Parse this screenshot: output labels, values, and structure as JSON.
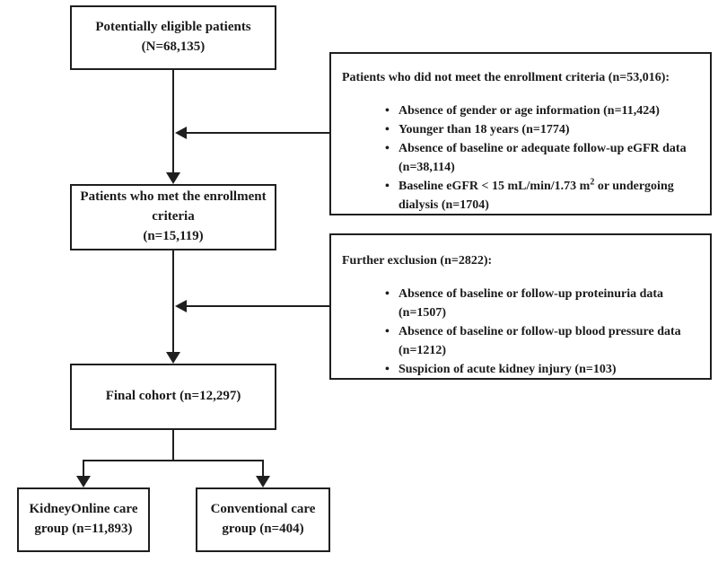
{
  "boxes": {
    "eligible": "Potentially eligible patients\n(N=68,135)",
    "met_criteria": "Patients who met the enrollment\ncriteria\n(n=15,119)",
    "final_cohort": "Final cohort (n=12,297)",
    "kidneyonline": "KidneyOnline care\ngroup (n=11,893)",
    "conventional": "Conventional care\ngroup (n=404)"
  },
  "exclusion1": {
    "title": "Patients who did not meet the enrollment criteria (n=53,016):",
    "bullets": [
      "Absence of gender or age information (n=11,424)",
      "Younger than 18 years (n=1774)",
      "Absence of baseline or adequate follow-up eGFR data\n(n=38,114)"
    ],
    "egfr_bullet": {
      "pre": "Baseline eGFR < 15 mL/min/1.73 m",
      "sup": "2",
      "post": " or undergoing\ndialysis (n=1704)"
    }
  },
  "exclusion2": {
    "title": "Further exclusion (n=2822):",
    "bullets": [
      "Absence of baseline or follow-up proteinuria data\n(n=1507)",
      "Absence of baseline or follow-up blood pressure data\n(n=1212)",
      "Suspicion of acute kidney injury (n=103)"
    ]
  },
  "colors": {
    "line": "#1f1f1f",
    "box_border": "#1f1f1f",
    "text": "#1b1b1b",
    "background": "#ffffff"
  }
}
